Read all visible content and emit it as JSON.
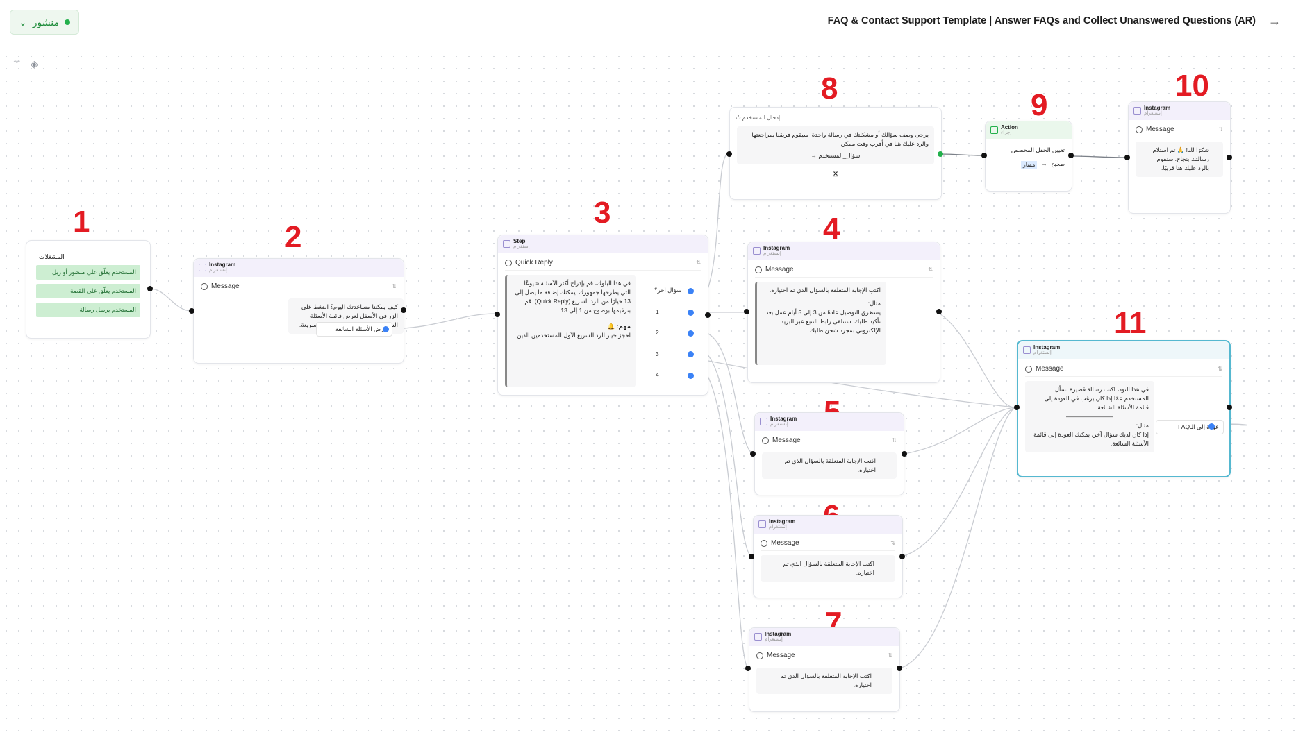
{
  "header": {
    "status_label": "منشور",
    "title": "FAQ & Contact Support Template | Answer FAQs and Collect Unanswered Questions (AR)"
  },
  "nodes": {
    "n1": {
      "number": "1",
      "title": "المشغلات",
      "triggers": [
        "المستخدم يعلّق على منشور أو ريل",
        "المستخدم يعلّق على القصة",
        "المستخدم يرسل رسالة"
      ]
    },
    "n2": {
      "number": "2",
      "channel": "Instagram",
      "subtitle": "إنستغرام",
      "type": "Message",
      "text": "كيف يمكننا مساعدتك اليوم؟ اضغط على الزر في الأسفل لعرض قائمة الأسئلة الشائعة (FAQ) والعثور على إجابة سريعة.",
      "button": "عرض الأسئلة الشائعة"
    },
    "n3": {
      "number": "3",
      "channel": "Step",
      "subtitle": "إستقرام",
      "type": "Quick Reply",
      "text": "في هذا البلوك، قم بإدراج أكثر الأسئلة شيوعًا التي يطرحها جمهورك. يمكنك إضافة ما يصل إلى 13 خيارًا من الرد السريع (Quick Reply). قم بترقيمها بوضوح من 1 إلى 13.",
      "important": "مهم: 🔔",
      "note": "احجز خيار الرد السريع الأول للمستخدمين الذين",
      "options": [
        "سؤال آخر؟",
        "1",
        "2",
        "3",
        "4"
      ]
    },
    "n4": {
      "number": "4",
      "channel": "Instagram",
      "subtitle": "إنستغرام",
      "type": "Message",
      "text": "اكتب الإجابة المتعلقة بالسؤال الذي تم اختياره.",
      "example_label": "مثال:",
      "example": "يستغرق التوصيل عادةً من 3 إلى 5 أيام عمل بعد تأكيد طلبك. ستتلقى رابط التتبع عبر البريد الإلكتروني بمجرد شحن طلبك."
    },
    "n5": {
      "number": "5",
      "channel": "Instagram",
      "subtitle": "إنستغرام",
      "type": "Message",
      "text": "اكتب الإجابة المتعلقة بالسؤال الذي تم اختياره."
    },
    "n6": {
      "number": "6",
      "channel": "Instagram",
      "subtitle": "إنستغرام",
      "type": "Message",
      "text": "اكتب الإجابة المتعلقة بالسؤال الذي تم اختياره."
    },
    "n7": {
      "number": "7",
      "channel": "Instagram",
      "subtitle": "إنستغرام",
      "type": "Message",
      "text": "اكتب الإجابة المتعلقة بالسؤال الذي تم اختياره."
    },
    "n8": {
      "number": "8",
      "title": "إدخال المستخدم",
      "text": "يرجى وصف سؤالك أو مشكلتك في رسالة واحدة. سيقوم فريقنا بمراجعتها والرد عليك هنا في أقرب وقت ممكن.",
      "field": "سؤال_المستخدم"
    },
    "n9": {
      "number": "9",
      "channel": "Action",
      "subtitle": "إجراء",
      "label": "تعيين الحقل المخصص",
      "from": "صحيح",
      "to": "ممتاز"
    },
    "n10": {
      "number": "10",
      "channel": "Instagram",
      "subtitle": "إنستغرام",
      "type": "Message",
      "text": "شكرًا لك! 🙏 تم استلام رسالتك بنجاح. سنقوم بالرد عليك هنا قريبًا."
    },
    "n11": {
      "number": "11",
      "channel": "Instagram",
      "subtitle": "إنستغرام",
      "type": "Message",
      "text": "في هذا النود، اكتب رسالة قصيرة تسأل المستخدم عمّا إذا كان يرغب في العودة إلى قائمة الأسئلة الشائعة.",
      "divider": "————————",
      "example_label": "مثال:",
      "example": "إذا كان لديك سؤال آخر، يمكنك العودة إلى قائمة الأسئلة الشائعة.",
      "button": "عودة إلى الـFAQ"
    }
  },
  "colors": {
    "accent": "#e31b23",
    "selected": "#55b8d0",
    "trigger_bg": "#cdeed2",
    "port_blue": "#3b82f6",
    "status_green": "#22b04b"
  }
}
